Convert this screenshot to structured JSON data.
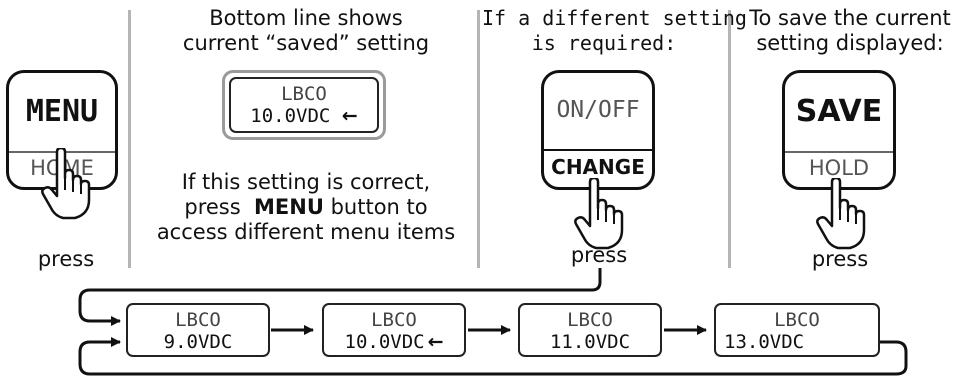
{
  "col1": {
    "button_top": "MENU",
    "button_bottom": "HOME",
    "press_label": "press",
    "hand_icon": "pointing-hand-icon"
  },
  "col2": {
    "heading_line1": "Bottom line shows",
    "heading_line2": "current “saved” setting",
    "lcd_line1": "LBCO",
    "lcd_line2": "10.0VDC",
    "arrow_glyph": "←",
    "note_line1": "If this setting is correct,",
    "note_line2_prefix": "press",
    "note_line2_bold": "MENU",
    "note_line2_suffix": "button to",
    "note_line3": "access different menu items"
  },
  "col3": {
    "heading_line1": "If a different setting",
    "heading_line2": "is required:",
    "button_top": "ON/OFF",
    "button_bottom": "CHANGE",
    "press_label": "press",
    "hand_icon": "pointing-hand-icon"
  },
  "col4": {
    "heading_line1": "To save the current",
    "heading_line2": "setting displayed:",
    "button_top": "SAVE",
    "button_bottom": "HOLD",
    "press_label": "press",
    "hand_icon": "pointing-hand-icon"
  },
  "cycle": [
    {
      "line1": "LBCO",
      "line2": "9.0VDC",
      "arrow": ""
    },
    {
      "line1": "LBCO",
      "line2": "10.0VDC",
      "arrow": "←"
    },
    {
      "line1": "LBCO",
      "line2": "11.0VDC",
      "arrow": ""
    },
    {
      "line1": "LBCO",
      "line2": "13.0VDC",
      "arrow": ""
    }
  ],
  "colors": {
    "divider": "#b5b5b5",
    "lcd_outer_border": "#9a9a9a",
    "stroke": "#111111"
  }
}
